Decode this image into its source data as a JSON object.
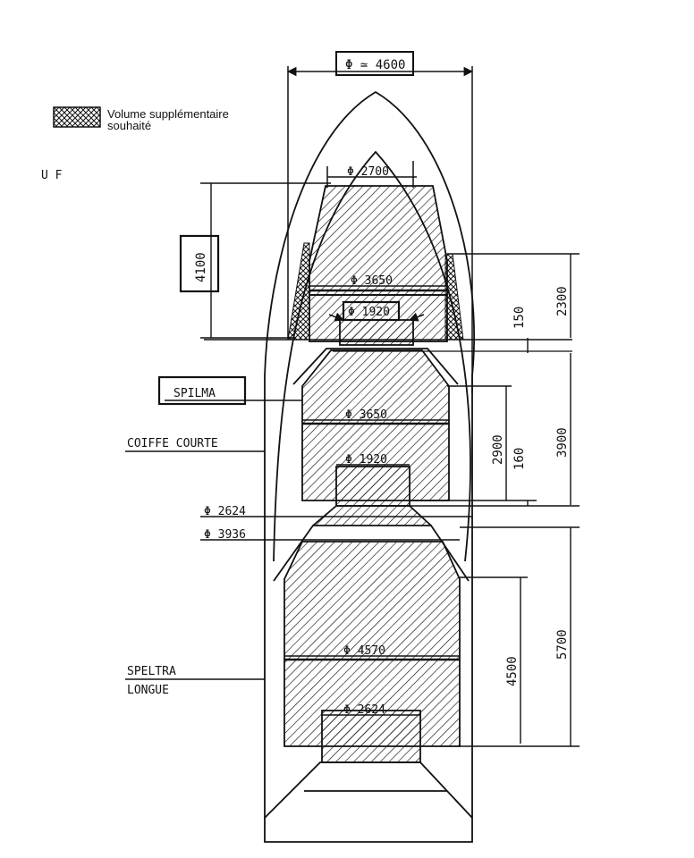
{
  "legend": {
    "pattern_name": "cross-hatch",
    "text_line1": "Volume supplémentaire",
    "text_line2": "souhaité"
  },
  "margin_mark": "U F",
  "labels": {
    "spilma": "SPILMA",
    "coiffe_courte": "COIFFE COURTE",
    "speltra_line1": "SPELTRA",
    "speltra_line2": "LONGUE"
  },
  "diameters": {
    "top": "Φ ≃ 4600",
    "d2700": "Φ 2700",
    "d3650_upper": "Φ 3650",
    "d1920_upper": "Φ 1920",
    "d3650_spilma": "Φ 3650",
    "d1920_spilma": "Φ 1920",
    "d2624_a": "Φ 2624",
    "d3936": "Φ 3936",
    "d4570": "Φ 4570",
    "d2624_b": "Φ 2624"
  },
  "dimensions": {
    "h4100": "4100",
    "h2300": "2300",
    "h150": "150",
    "h2900": "2900",
    "h160": "160",
    "h3900": "3900",
    "h4500": "4500",
    "h5700": "5700"
  },
  "colors": {
    "ink": "#111111",
    "paper": "#ffffff"
  }
}
